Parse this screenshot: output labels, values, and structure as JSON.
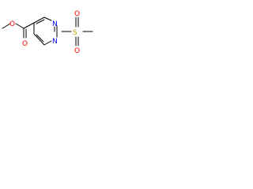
{
  "molecule": {
    "atoms": {
      "methyl_ester_o": "O",
      "carbonyl_o": "O",
      "ring_n_upper": "N",
      "ring_n_lower": "N",
      "sulfur": "S",
      "sulfonyl_o_upper": "O",
      "sulfonyl_o_lower": "O"
    },
    "colors": {
      "bond": "#000000",
      "oxygen": "#ff0000",
      "nitrogen": "#0000ff",
      "sulfur": "#b8a300"
    }
  }
}
